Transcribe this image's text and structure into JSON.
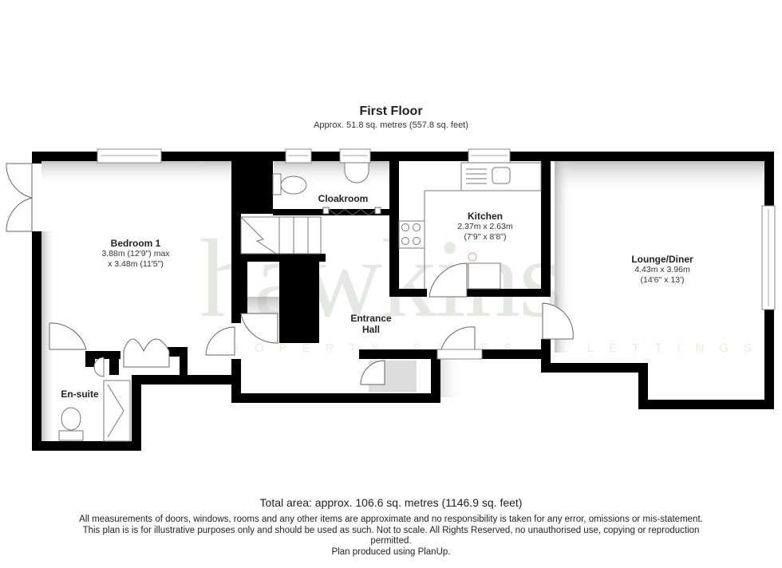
{
  "header": {
    "title": "First Floor",
    "subtitle": "Approx. 51.8 sq. metres (557.8 sq. feet)"
  },
  "watermark": {
    "brand": "hawkins",
    "tagline": "PROPERTY SALES & LETTINGS"
  },
  "rooms": [
    {
      "name": "Bedroom 1",
      "dim1": "3.88m (12'9\") max",
      "dim2": "x 3.48m (11'5\")"
    },
    {
      "name": "Cloakroom"
    },
    {
      "name": "Kitchen",
      "dim1": "2.37m x 2.63m",
      "dim2": "(7'9\" x 8'8\")"
    },
    {
      "name": "Lounge/Diner",
      "dim1": "4.43m x 3.96m",
      "dim2": "(14'6\" x 13')"
    },
    {
      "name": "Entrance",
      "name2": "Hall"
    },
    {
      "name": "En-suite"
    }
  ],
  "footer": {
    "total": "Total area: approx. 106.6 sq. metres (1146.9 sq. feet)",
    "disclaimer1": "All measurements of doors, windows, rooms and any other items are approximate and no responsibility is taken for any error, omissions or mis-statement.",
    "disclaimer2": "This plan is is for illustrative purposes only and should be used as such. Not to scale. All Rights Reserved, no unauthorised use, copying or reproduction",
    "disclaimer3": "permitted.",
    "credit": "Plan produced using PlanUp."
  },
  "colors": {
    "wall": "#000000",
    "background": "#ffffff",
    "text": "#222222"
  }
}
